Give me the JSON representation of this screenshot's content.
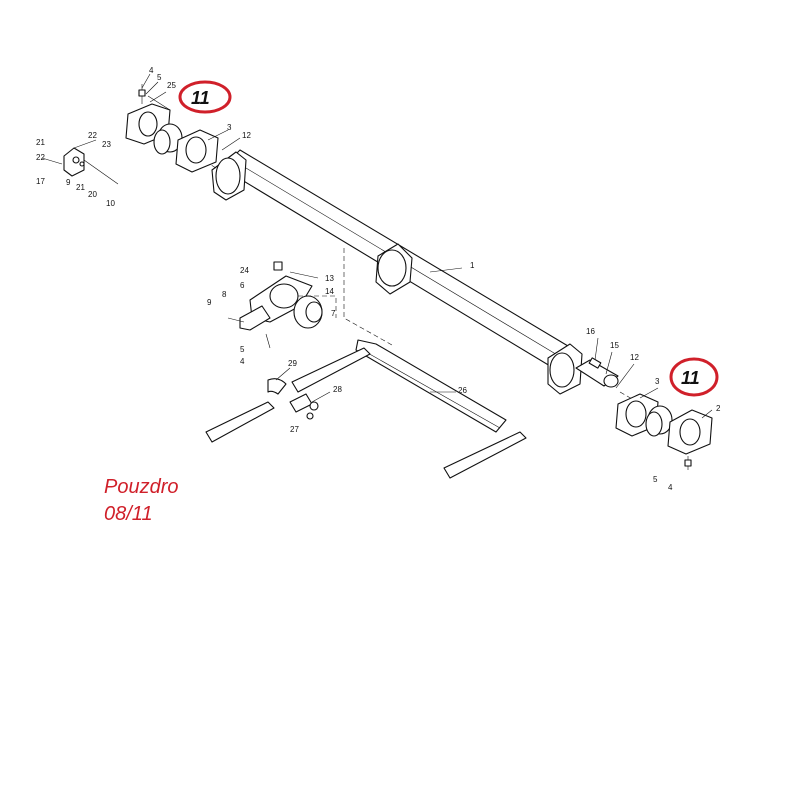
{
  "caption": {
    "title": "Pouzdro",
    "date": "08/11"
  },
  "highlight_color": "#d0202a",
  "callouts": [
    "11",
    "11"
  ],
  "part_numbers": {
    "top_left": [
      "4",
      "5",
      "25",
      "3",
      "12"
    ],
    "bracket": [
      "21",
      "22",
      "23",
      "22",
      "17",
      "9",
      "21",
      "20",
      "10"
    ],
    "tube": [
      "1"
    ],
    "clamp": [
      "24",
      "13",
      "6",
      "14",
      "8",
      "9",
      "7",
      "5",
      "4"
    ],
    "drive_end": [
      "16",
      "15",
      "12",
      "3",
      "2",
      "5",
      "4"
    ],
    "frame": [
      "29",
      "28",
      "27",
      "26"
    ]
  }
}
